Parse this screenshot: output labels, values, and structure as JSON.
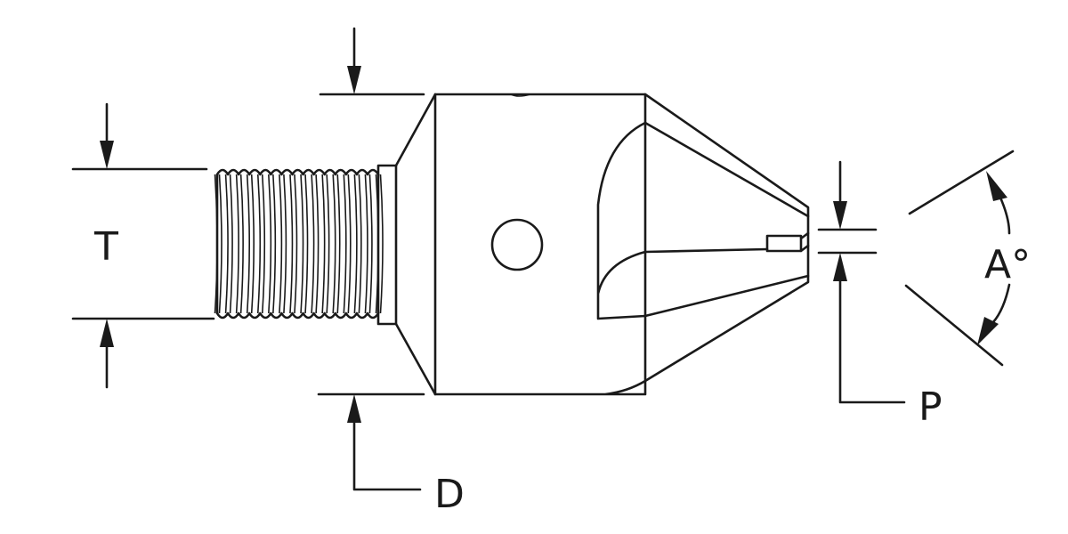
{
  "colors": {
    "ink": "#1a1a1a",
    "background": "#ffffff"
  },
  "labels": {
    "thread": "T",
    "diameter": "D",
    "orifice": "P",
    "angle": "A°"
  }
}
